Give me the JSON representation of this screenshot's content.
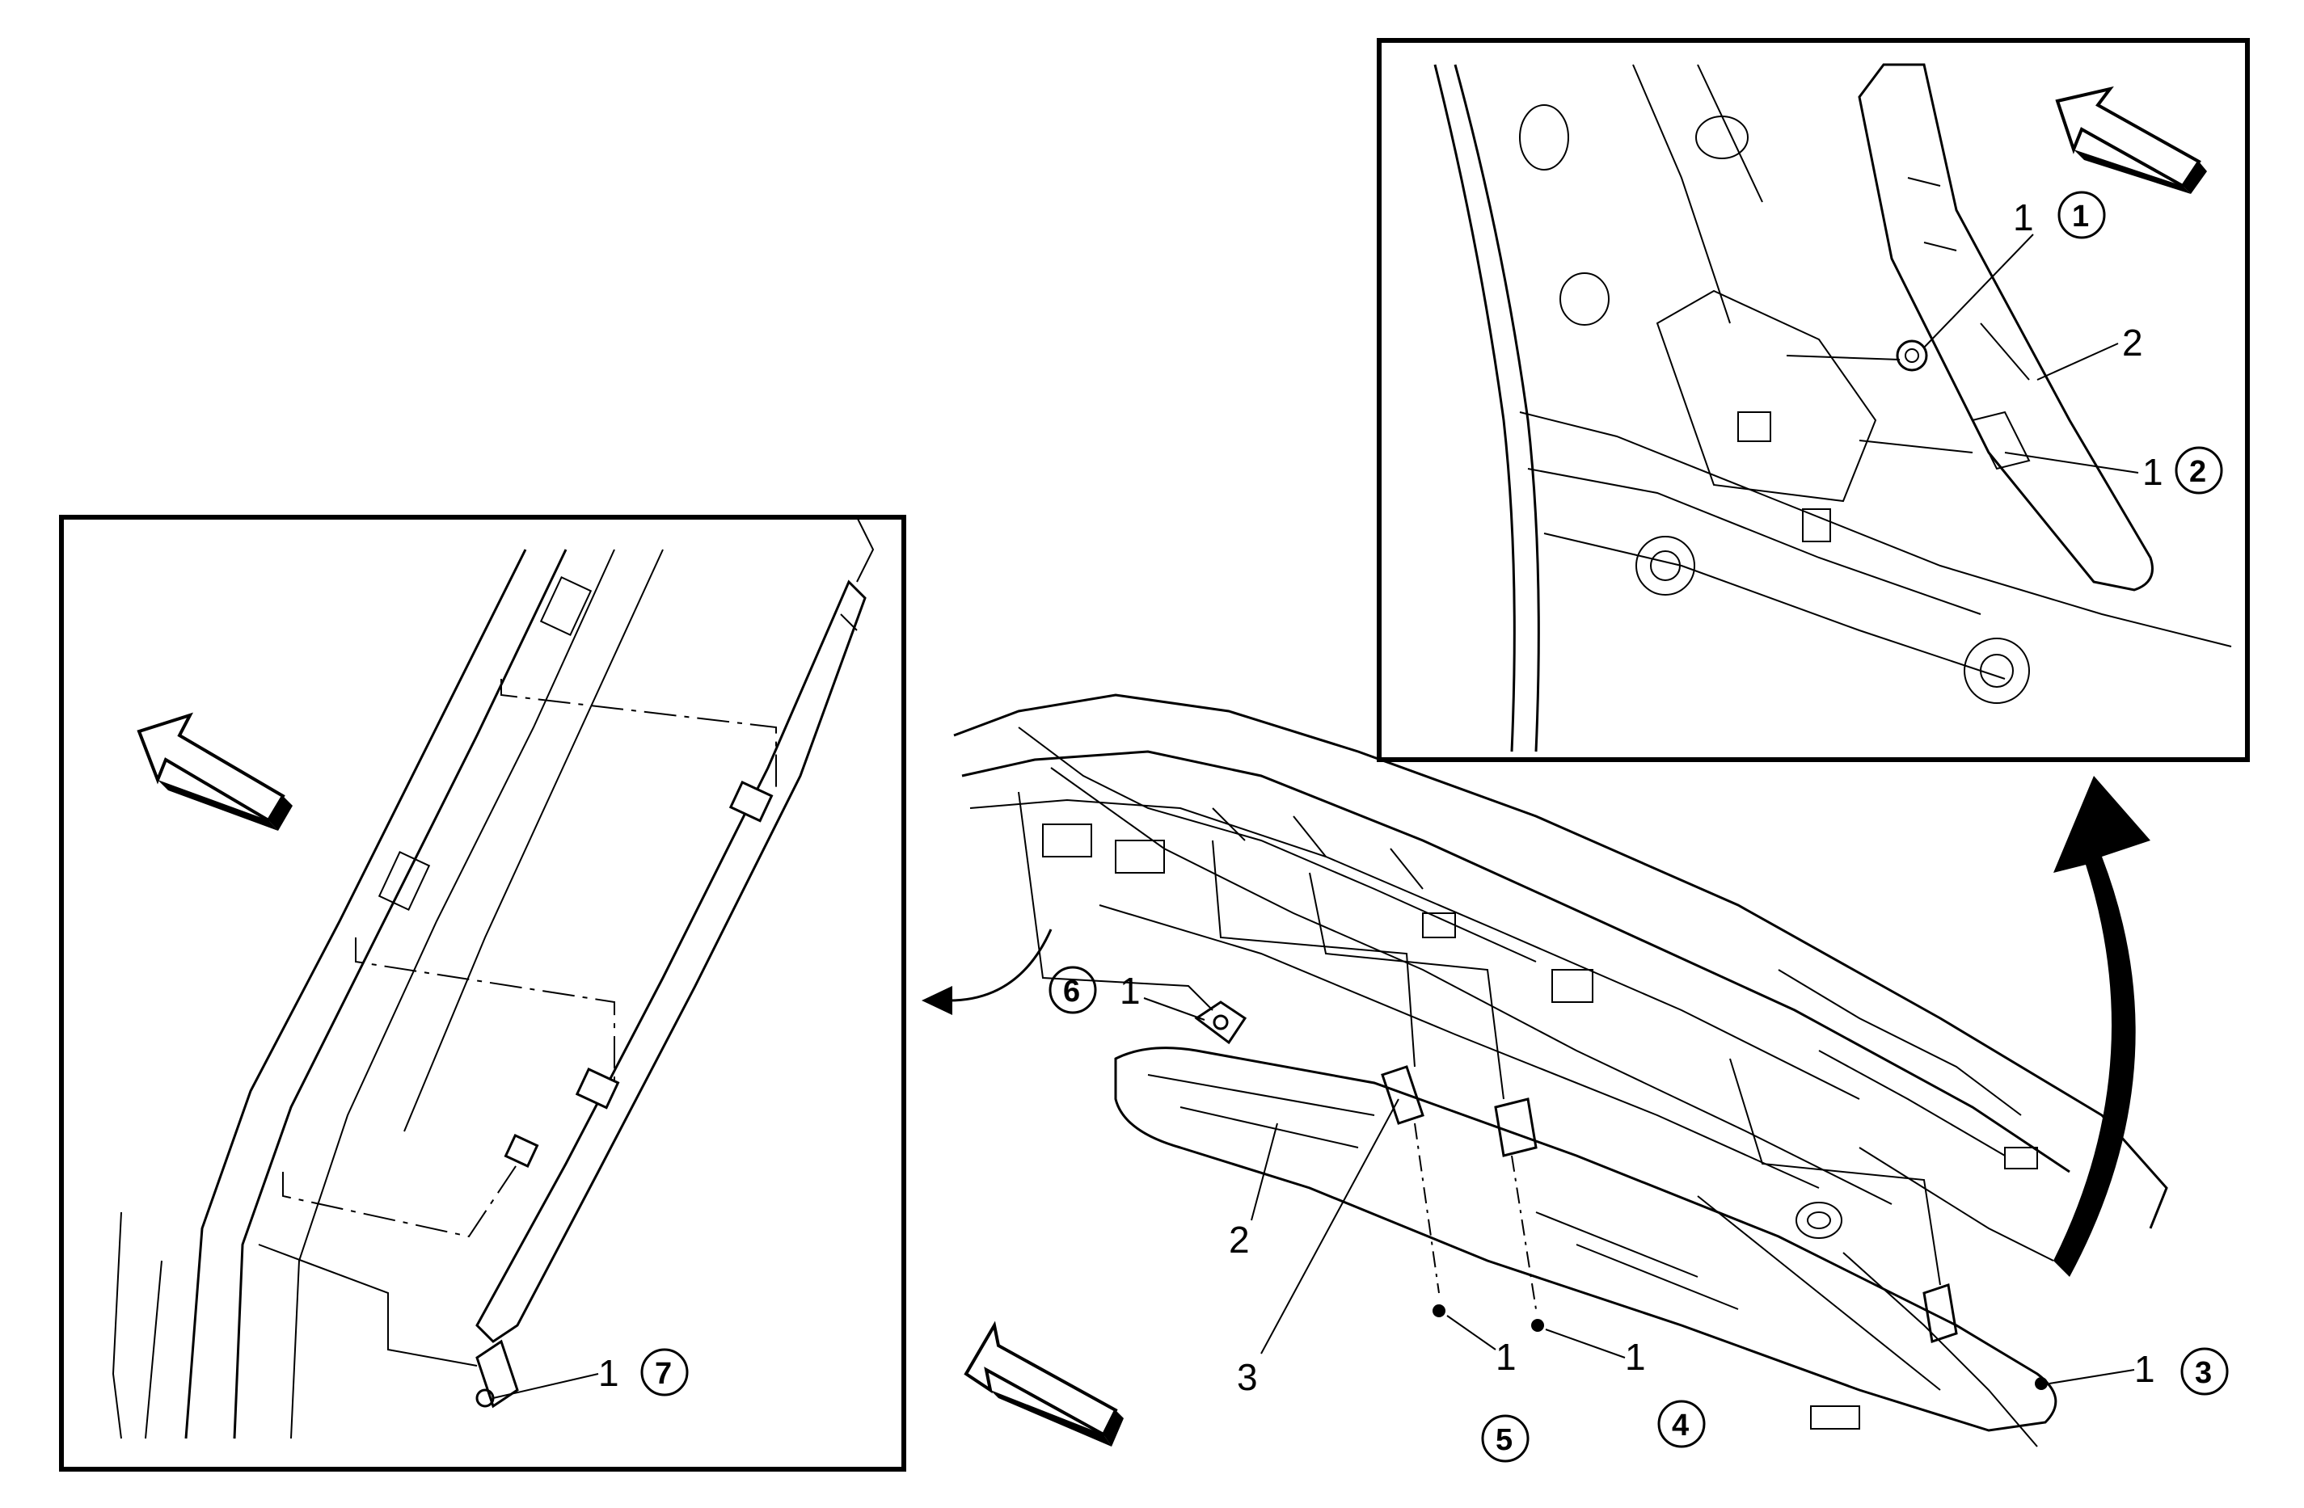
{
  "callouts": {
    "inset_top_1a": {
      "num": "1",
      "step": "1"
    },
    "inset_top_1b": {
      "num": "1",
      "step": "2"
    },
    "inset_top_2": {
      "num": "2"
    },
    "main_1_step6": {
      "num": "1",
      "step": "6"
    },
    "main_2": {
      "num": "2"
    },
    "main_3": {
      "num": "3"
    },
    "main_1_step5": {
      "num": "1",
      "step": "5"
    },
    "main_1_step4": {
      "num": "1",
      "step": "4"
    },
    "main_1_step3": {
      "num": "1",
      "step": "3"
    },
    "inset_left_1": {
      "num": "1",
      "step": "7"
    }
  },
  "icons": [
    "direction-arrow-icon",
    "curved-arrow-icon",
    "bolt-icon",
    "clip-icon"
  ]
}
